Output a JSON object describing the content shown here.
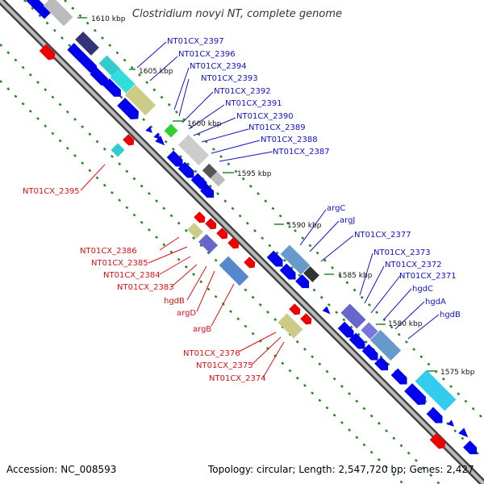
{
  "title": "Clostridium novyi NT, complete genome",
  "footer": {
    "accession": "Accession: NC_008593",
    "info": "Topology: circular; Length: 2,547,720 bp; Genes: 2,427"
  },
  "colors": {
    "backbone_dark": "#555555",
    "backbone_light": "#bbbbbb",
    "tick_green": "#228822",
    "label_forward": "#1111cc",
    "label_reverse": "#dd1111",
    "cds_blue": "#0000ee",
    "cds_red": "#ee0000"
  },
  "scale_labels": [
    "1610 kbp",
    "1605 kbp",
    "1600 kbp",
    "1595 kbp",
    "1590 kbp",
    "1585 kbp",
    "1580 kbp",
    "1575 kbp"
  ],
  "forward_labels": [
    "NT01CX_2397",
    "NT01CX_2396",
    "NT01CX_2394",
    "NT01CX_2393",
    "NT01CX_2392",
    "NT01CX_2391",
    "NT01CX_2390",
    "NT01CX_2389",
    "NT01CX_2388",
    "NT01CX_2387",
    "argC",
    "argJ",
    "NT01CX_2377",
    "NT01CX_2373",
    "NT01CX_2372",
    "NT01CX_2371",
    "hgdC",
    "hgdA",
    "hgdB"
  ],
  "reverse_labels": [
    "NT01CX_2395",
    "NT01CX_2386",
    "NT01CX_2385",
    "NT01CX_2384",
    "NT01CX_2383",
    "hgdB",
    "argD",
    "argB",
    "NT01CX_2376",
    "NT01CX_2375",
    "NT01CX_2374"
  ]
}
